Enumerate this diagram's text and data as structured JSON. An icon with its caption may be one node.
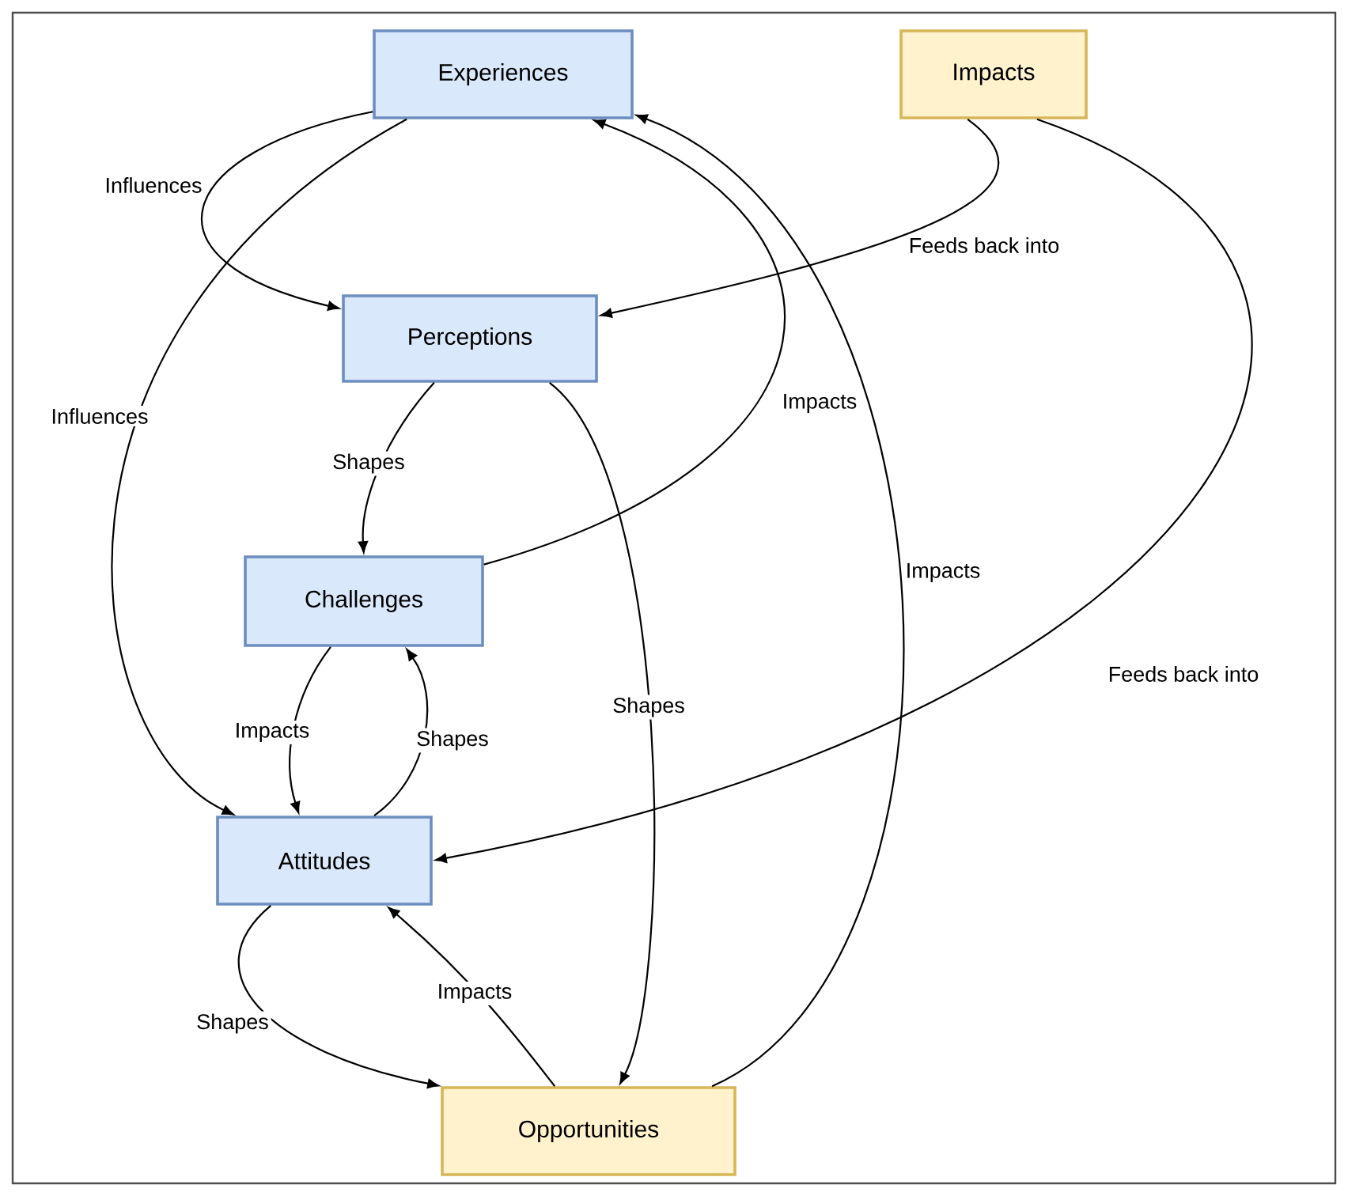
{
  "diagram": {
    "nodes": [
      {
        "text": [
          "Experiences"
        ]
      },
      {
        "text": [
          "Impacts"
        ]
      },
      {
        "text": [
          "Perceptions"
        ]
      },
      {
        "text": [
          "Challenges"
        ]
      },
      {
        "text": [
          "Attitudes"
        ]
      },
      {
        "text": [
          "Opportunities"
        ]
      }
    ],
    "edges": [
      {
        "from": 0,
        "to": 2,
        "arrow": "to",
        "label": "Influences"
      },
      {
        "from": 0,
        "to": 4,
        "arrow": "to",
        "label": "Influences"
      },
      {
        "from": 1,
        "to": 2,
        "arrow": "to",
        "label": "Feeds back into"
      },
      {
        "from": 1,
        "to": 4,
        "arrow": "to",
        "label": "Feeds back into"
      },
      {
        "from": 2,
        "to": 3,
        "arrow": "to",
        "label": "Shapes"
      },
      {
        "from": 2,
        "to": 5,
        "arrow": "to",
        "label": "Shapes"
      },
      {
        "from": 3,
        "to": 0,
        "arrow": "to",
        "label": "Impacts"
      },
      {
        "from": 3,
        "to": 4,
        "arrow": "to",
        "label": "Impacts"
      },
      {
        "from": 4,
        "to": 3,
        "arrow": "to",
        "label": "Shapes"
      },
      {
        "from": 4,
        "to": 5,
        "arrow": "to",
        "label": "Shapes"
      },
      {
        "from": 5,
        "to": 4,
        "arrow": "to",
        "label": "Impacts"
      },
      {
        "from": 5,
        "to": 0,
        "arrow": "to",
        "label": "Impacts"
      }
    ]
  }
}
